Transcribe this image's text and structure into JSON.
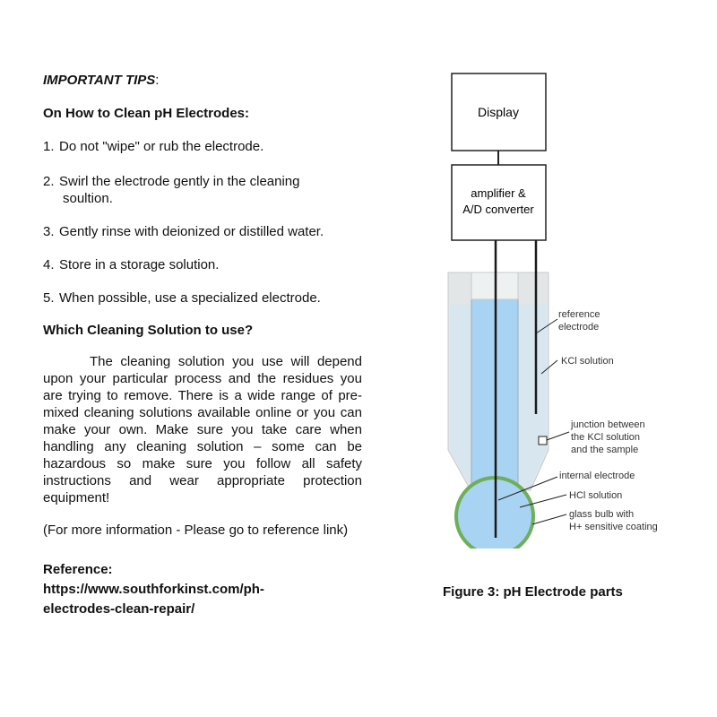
{
  "left": {
    "important_tips": "IMPORTANT TIPS",
    "important_tips_colon": ":",
    "heading_clean": "On How to Clean pH Electrodes:",
    "tips": [
      {
        "num": "1.",
        "text": "Do not \"wipe\" or rub the electrode."
      },
      {
        "num": "2.",
        "text": "Swirl the electrode gently in the cleaning",
        "cont": "soultion."
      },
      {
        "num": "3.",
        "text": "Gently rinse with deionized or distilled water."
      },
      {
        "num": "4.",
        "text": "Store in a storage solution."
      },
      {
        "num": "5.",
        "text": "When possible, use a specialized electrode."
      }
    ],
    "heading_solution": "Which Cleaning Solution to use?",
    "paragraph": "The cleaning solution you use will depend upon your particular process and the residues you are trying to remove. There is a wide range of pre-mixed cleaning solutions available online or you can make your own. Make sure you take care when handling any cleaning solution – some can be hazardous so make sure you follow all safety instructions and wear appropriate protection equipment!",
    "more_info": "(For more information - Please go to reference link)",
    "reference_label": "Reference:",
    "reference_url_1": "https://www.southforkinst.com/ph-",
    "reference_url_2": "electrodes-clean-repair/"
  },
  "diagram": {
    "display_label": "Display",
    "amplifier_line1": "amplifier &",
    "amplifier_line2": "A/D converter",
    "labels": {
      "reference_electrode_1": "reference",
      "reference_electrode_2": "electrode",
      "kcl_solution": "KCl solution",
      "junction_1": "junction between",
      "junction_2": "the KCl solution",
      "junction_3": "and the sample",
      "internal_electrode": "internal electrode",
      "hcl_solution": "HCl solution",
      "glass_bulb_1": "glass bulb with",
      "glass_bulb_2": "H+ sensitive coating"
    },
    "colors": {
      "solution_blue": "#a9d3f2",
      "bulb_green": "#6fae5a",
      "tube_grey": "#d8dcdc"
    }
  },
  "caption": "Figure 3: pH Electrode parts"
}
